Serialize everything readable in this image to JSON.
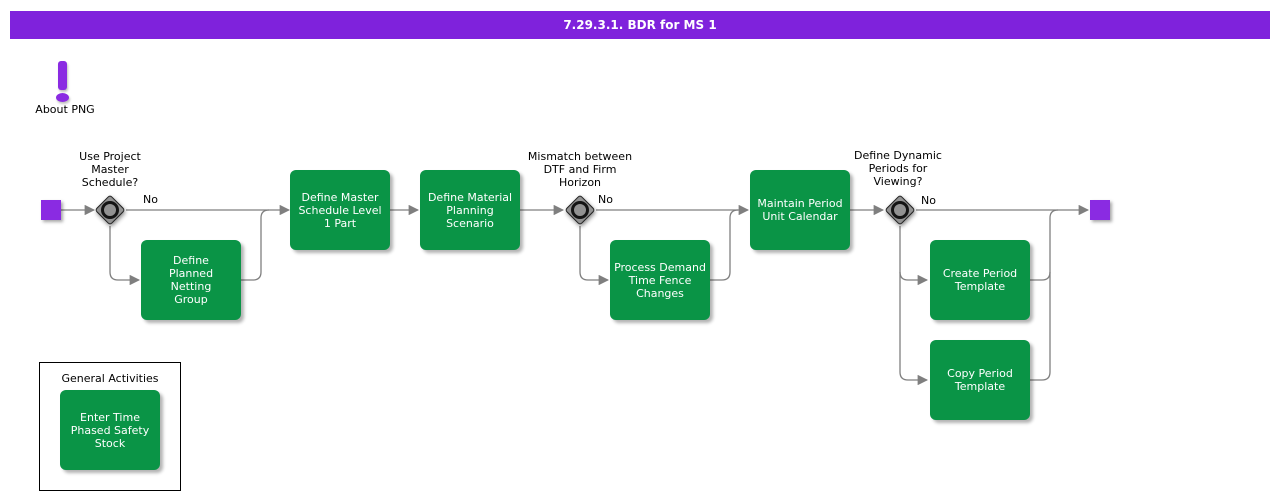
{
  "header": {
    "title": "7.29.3.1. BDR for MS 1"
  },
  "about": {
    "label": "About PNG"
  },
  "decisions": {
    "use_project_master_schedule": {
      "question": "Use Project\nMaster\nSchedule?",
      "branch_label": "No"
    },
    "mismatch_dtf_firm_horizon": {
      "question": "Mismatch between\nDTF and Firm\nHorizon",
      "branch_label": "No"
    },
    "define_dynamic_periods": {
      "question": "Define Dynamic\nPeriods for\nViewing?",
      "branch_label": "No"
    }
  },
  "activities": {
    "define_planned_netting_group": {
      "label": "Define\nPlanned\nNetting\nGroup"
    },
    "define_master_schedule_level_1_part": {
      "label": "Define Master\nSchedule Level\n1 Part"
    },
    "define_material_planning_scenario": {
      "label": "Define Material\nPlanning\nScenario"
    },
    "process_demand_time_fence_changes": {
      "label": "Process Demand\nTime Fence\nChanges"
    },
    "maintain_period_unit_calendar": {
      "label": "Maintain Period\nUnit Calendar"
    },
    "create_period_template": {
      "label": "Create Period\nTemplate"
    },
    "copy_period_template": {
      "label": "Copy Period\nTemplate"
    }
  },
  "general_activities": {
    "title": "General Activities",
    "enter_time_phased_safety_stock": {
      "label": "Enter Time\nPhased Safety\nStock"
    }
  },
  "colors": {
    "header_purple": "#7F22DC",
    "node_purple": "#8A2BE2",
    "activity_green": "#0A9446",
    "connector_gray": "#7F7F7F",
    "gateway_gray": "#929292"
  }
}
